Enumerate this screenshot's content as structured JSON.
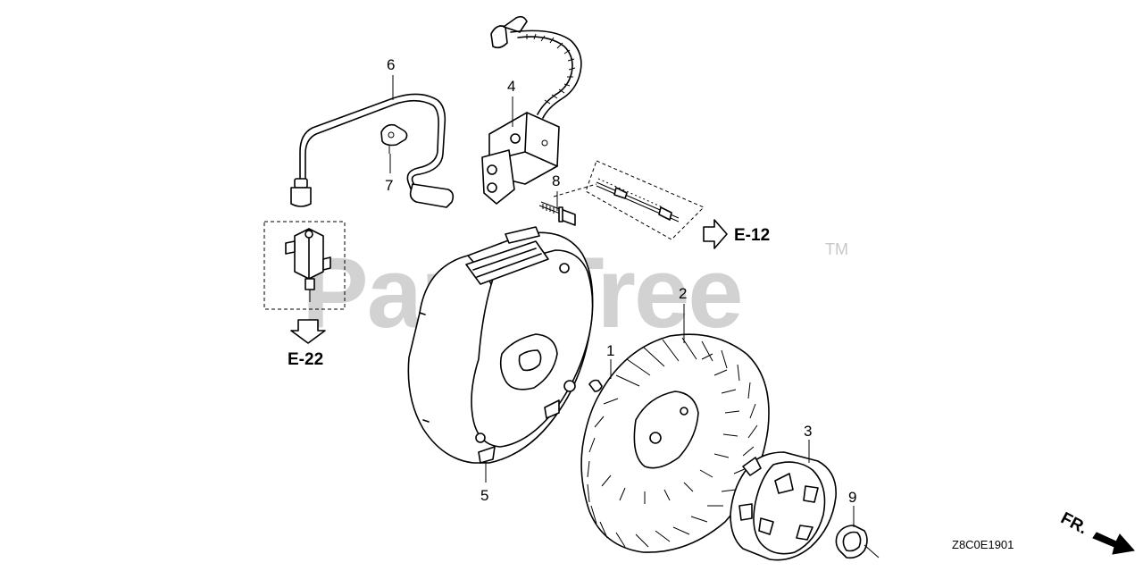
{
  "watermark": {
    "text": "PartsTree",
    "trademark": "TM"
  },
  "callouts": [
    {
      "id": "part-1",
      "label": "1"
    },
    {
      "id": "part-2",
      "label": "2"
    },
    {
      "id": "part-3",
      "label": "3"
    },
    {
      "id": "part-4",
      "label": "4"
    },
    {
      "id": "part-5",
      "label": "5"
    },
    {
      "id": "part-6",
      "label": "6"
    },
    {
      "id": "part-7",
      "label": "7"
    },
    {
      "id": "part-8",
      "label": "8"
    },
    {
      "id": "part-9",
      "label": "9"
    }
  ],
  "references": {
    "e12": "E-12",
    "e22": "E-22"
  },
  "direction_label": "FR.",
  "diagram_code": "Z8C0E1901"
}
